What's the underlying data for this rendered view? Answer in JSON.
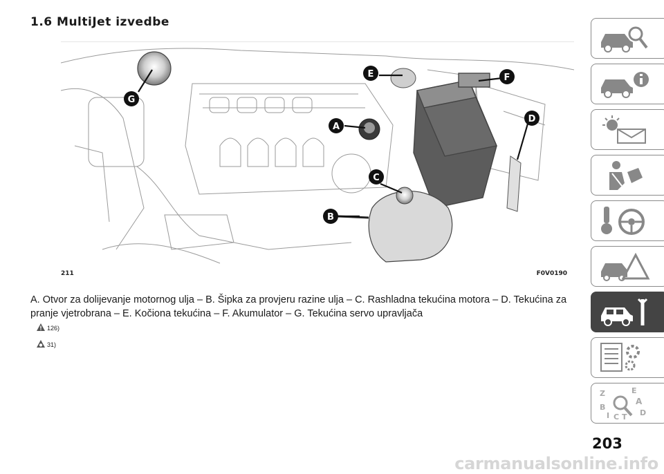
{
  "section_title": "1.6 MultiJet izvedbe",
  "figure": {
    "number": "211",
    "code": "F0V0190",
    "callouts": [
      "A",
      "B",
      "C",
      "D",
      "E",
      "F",
      "G"
    ]
  },
  "caption": "A. Otvor za dolijevanje motornog ulja – B. Šipka za provjeru razine ulja – C. Rashladna tekućina motora – D. Tekućina za pranje vjetrobrana – E. Kočiona tekućina – F. Akumulator – G. Tekućina servo upravljača",
  "notes": [
    {
      "icon": "warning-triangle-icon",
      "ref": "126)"
    },
    {
      "icon": "caution-triangle-icon",
      "ref": "31)"
    }
  ],
  "sidebar": {
    "tabs": [
      {
        "icon": "car-search-icon",
        "active": false
      },
      {
        "icon": "car-info-icon",
        "active": false
      },
      {
        "icon": "warning-lights-icon",
        "active": false
      },
      {
        "icon": "safety-seat-icon",
        "active": false
      },
      {
        "icon": "key-steering-icon",
        "active": false
      },
      {
        "icon": "emergency-icon",
        "active": false
      },
      {
        "icon": "car-maintenance-icon",
        "active": true
      },
      {
        "icon": "technical-data-icon",
        "active": false
      },
      {
        "icon": "index-icon",
        "active": false
      }
    ],
    "active_color": "#444444"
  },
  "page_number": "203",
  "watermark": "carmanualsonline.info"
}
